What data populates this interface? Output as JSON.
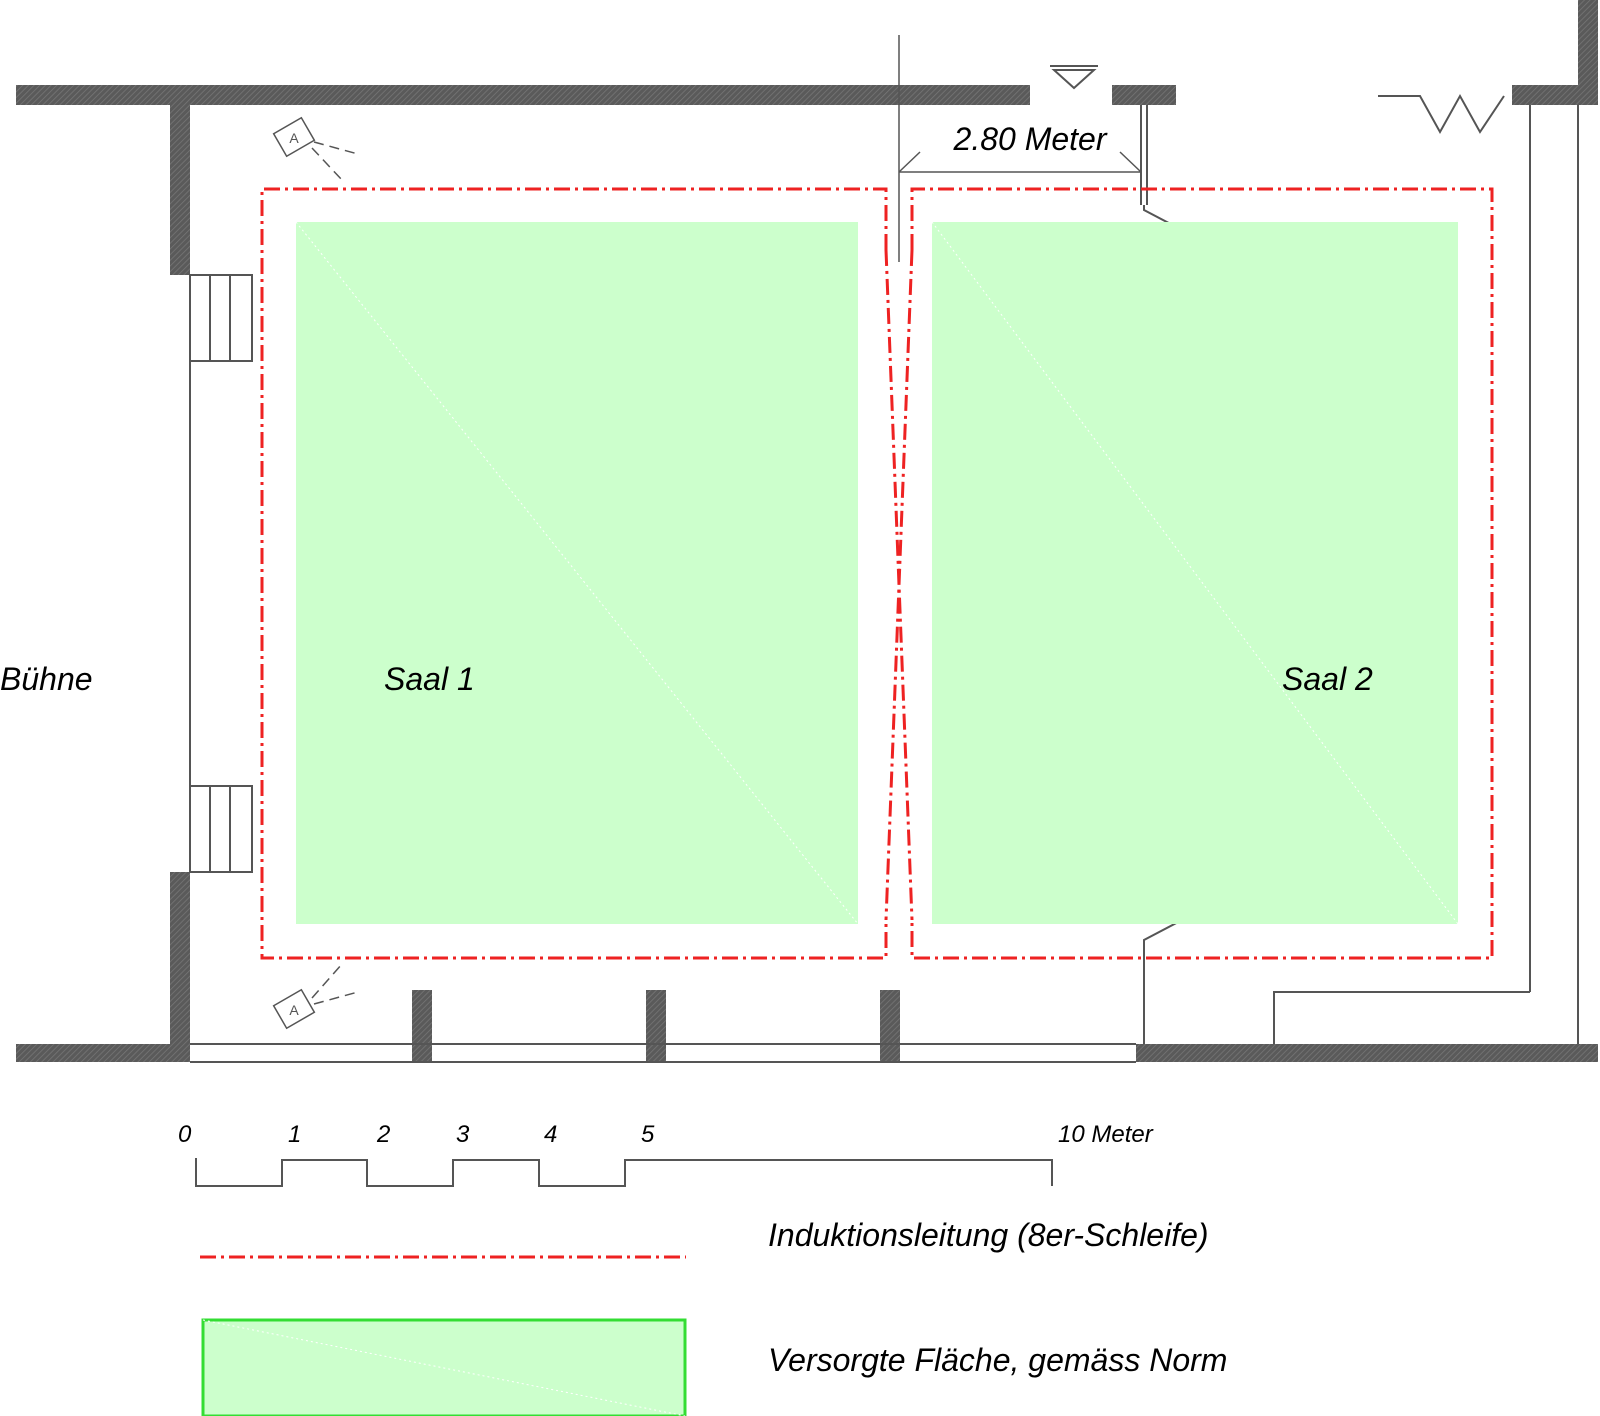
{
  "labels": {
    "stage": "Bühne",
    "hall1": "Saal 1",
    "hall2": "Saal 2",
    "dimension": "2.80 Meter"
  },
  "scale": {
    "ticks": [
      "0",
      "1",
      "2",
      "3",
      "4",
      "5",
      "10 Meter"
    ]
  },
  "legend": {
    "loop_label": "Induktionsleitung (8er-Schleife)",
    "area_label": "Versorgte Fläche, gemäss Norm"
  },
  "colors": {
    "loop": "#ee2222",
    "area_fill": "#ccffcc",
    "area_border": "#33dd33",
    "wall": "#555555"
  }
}
